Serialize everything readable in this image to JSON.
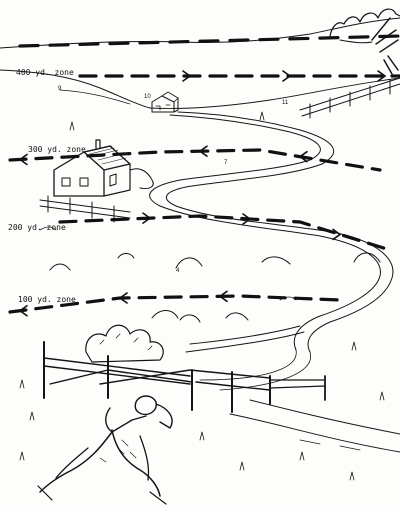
{
  "zones": [
    {
      "label": "400 yd. zone",
      "direction": "right"
    },
    {
      "label": "300 yd. zone",
      "direction": "left"
    },
    {
      "label": "200 yd. zone",
      "direction": "right"
    },
    {
      "label": "100 yd. zone",
      "direction": "left"
    }
  ],
  "markers": [
    "9",
    "10",
    "11",
    "7",
    "4"
  ],
  "icons": {
    "farmhouse": "house-icon",
    "distant-house": "house-icon",
    "prone-observer": "person-icon",
    "fence": "fence-icon"
  }
}
